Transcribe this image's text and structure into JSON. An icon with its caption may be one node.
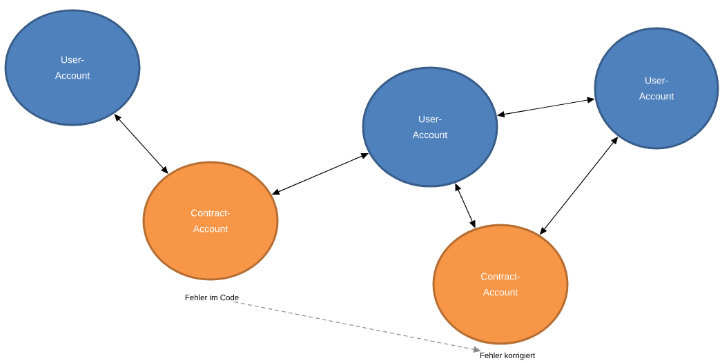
{
  "diagram": {
    "nodes": [
      {
        "text": [
          "User-Account"
        ]
      },
      {
        "text": [
          "Contract-Account"
        ]
      },
      {
        "text": [
          "User-Account"
        ]
      },
      {
        "text": [
          "User-Account"
        ]
      },
      {
        "text": [
          "Contract-Account"
        ]
      },
      {
        "text": [
          "Fehler im Code"
        ]
      },
      {
        "text": [
          "Fehler korrigiert"
        ]
      }
    ],
    "edges": [
      {
        "from": 0,
        "to": 1,
        "arrow": "both"
      },
      {
        "from": 1,
        "to": 2,
        "arrow": "both"
      },
      {
        "from": 2,
        "to": 3,
        "arrow": "both"
      },
      {
        "from": 2,
        "to": 4,
        "arrow": "both"
      },
      {
        "from": 3,
        "to": 4,
        "arrow": "both"
      },
      {
        "from": 5,
        "to": 6,
        "arrow": "to",
        "style": "dashed",
        "color": "#8c8c8c"
      }
    ]
  }
}
